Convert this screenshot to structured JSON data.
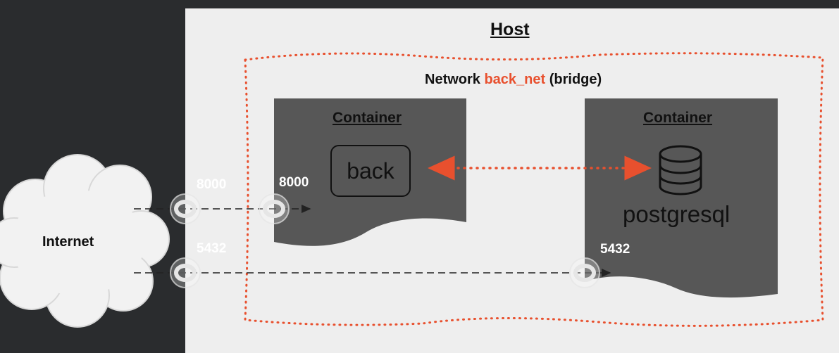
{
  "diagram": {
    "host_title": "Host",
    "network": {
      "prefix": "Network ",
      "name": "back_net",
      "suffix": " (bridge)"
    },
    "containers": [
      {
        "title": "Container",
        "service": "back"
      },
      {
        "title": "Container",
        "service": "postgresql"
      }
    ],
    "internet_label": "Internet",
    "ports": {
      "host_8000": "8000",
      "container_8000": "8000",
      "host_5432": "5432",
      "container_5432": "5432"
    },
    "colors": {
      "background": "#2a2c2e",
      "host": "#eeeeee",
      "container": "#575757",
      "accent": "#e8502e"
    },
    "icons": {
      "database": "database-icon"
    }
  }
}
